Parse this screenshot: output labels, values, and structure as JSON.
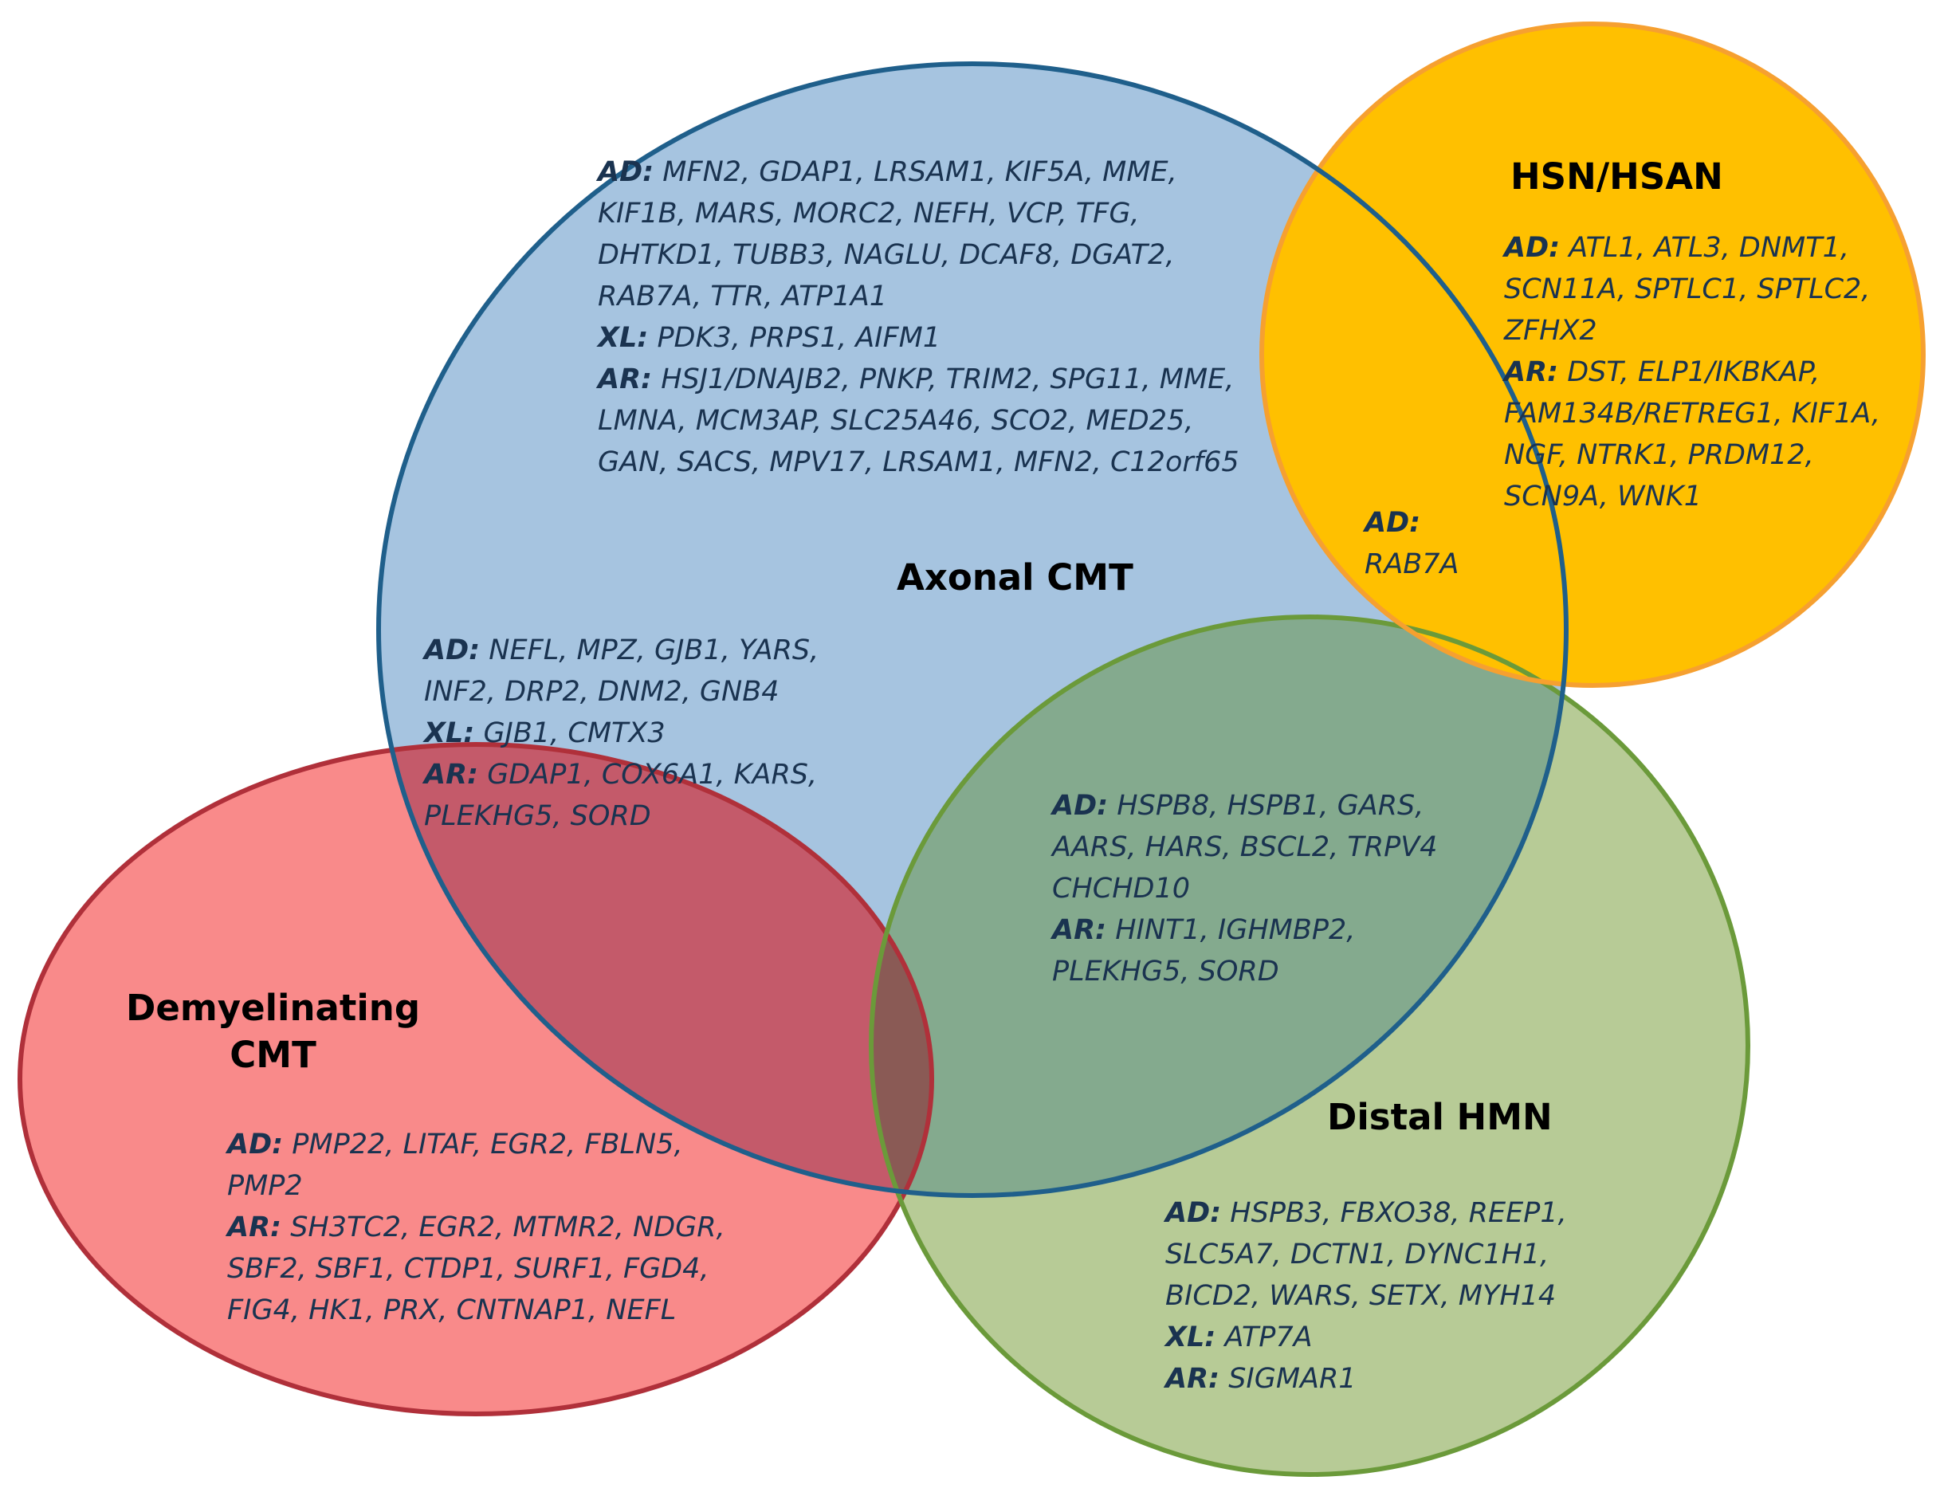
{
  "colors": {
    "axonal_fill": "#a6c4e0",
    "axonal_stroke": "#1f5f8b",
    "demyelinating_fill": "#f98a8a",
    "demyelinating_stroke": "#b0303a",
    "demyelinating_axonal_overlap": "#c45a6a",
    "hsn_fill": "#ffc000",
    "hsn_stroke": "#f6a030",
    "hmn_fill": "#b7cb96",
    "hmn_stroke": "#6b9a3a",
    "axonal_hmn_overlap": "#84aa8e",
    "all_three_overlap": "#8a5a55",
    "text_dark": "#1a3350"
  },
  "titles": {
    "axonal": "Axonal CMT",
    "demyelinating": "Demyelinating\nCMT",
    "hsn": "HSN/HSAN",
    "hmn": "Distal HMN"
  },
  "sets": {
    "axonal": [
      {
        "tag": "AD:",
        "genes": "MFN2, GDAP1, LRSAM1, KIF5A, MME,"
      },
      {
        "tag": "",
        "genes": "KIF1B, MARS, MORC2, NEFH, VCP, TFG,"
      },
      {
        "tag": "",
        "genes": "DHTKD1, TUBB3, NAGLU, DCAF8, DGAT2,"
      },
      {
        "tag": "",
        "genes": "RAB7A, TTR, ATP1A1"
      },
      {
        "tag": "XL:",
        "genes": "PDK3, PRPS1, AIFM1"
      },
      {
        "tag": "AR:",
        "genes": "HSJ1/DNAJB2, PNKP, TRIM2, SPG11, MME,"
      },
      {
        "tag": "",
        "genes": "LMNA, MCM3AP, SLC25A46, SCO2, MED25,"
      },
      {
        "tag": "",
        "genes": "GAN, SACS, MPV17, LRSAM1, MFN2, C12orf65"
      }
    ],
    "hsn": [
      {
        "tag": "AD:",
        "genes": "ATL1, ATL3, DNMT1,"
      },
      {
        "tag": "",
        "genes": "SCN11A, SPTLC1, SPTLC2,"
      },
      {
        "tag": "",
        "genes": "ZFHX2"
      },
      {
        "tag": "AR:",
        "genes": "DST, ELP1/IKBKAP,"
      },
      {
        "tag": "",
        "genes": "FAM134B/RETREG1, KIF1A,"
      },
      {
        "tag": "",
        "genes": "NGF, NTRK1, PRDM12,"
      },
      {
        "tag": "",
        "genes": "SCN9A, WNK1"
      }
    ],
    "axonal_hsn": [
      {
        "tag": "AD:",
        "genes": ""
      },
      {
        "tag": "",
        "genes": "RAB7A"
      }
    ],
    "axonal_demyelinating": [
      {
        "tag": "AD:",
        "genes": "NEFL, MPZ, GJB1, YARS,"
      },
      {
        "tag": "",
        "genes": "INF2, DRP2, DNM2, GNB4"
      },
      {
        "tag": "XL:",
        "genes": "GJB1, CMTX3"
      },
      {
        "tag": "AR:",
        "genes": "GDAP1, COX6A1, KARS,"
      },
      {
        "tag": "",
        "genes": "PLEKHG5, SORD"
      }
    ],
    "axonal_hmn": [
      {
        "tag": "AD:",
        "genes": "HSPB8, HSPB1, GARS,"
      },
      {
        "tag": "",
        "genes": "AARS, HARS, BSCL2, TRPV4"
      },
      {
        "tag": "",
        "genes": "CHCHD10"
      },
      {
        "tag": "AR:",
        "genes": "HINT1, IGHMBP2,"
      },
      {
        "tag": "",
        "genes": "PLEKHG5, SORD"
      }
    ],
    "demyelinating": [
      {
        "tag": "AD:",
        "genes": "PMP22, LITAF, EGR2, FBLN5,"
      },
      {
        "tag": "",
        "genes": "PMP2"
      },
      {
        "tag": "AR:",
        "genes": "SH3TC2, EGR2, MTMR2, NDGR,"
      },
      {
        "tag": "",
        "genes": "SBF2, SBF1, CTDP1, SURF1, FGD4,"
      },
      {
        "tag": "",
        "genes": "FIG4, HK1, PRX, CNTNAP1, NEFL"
      }
    ],
    "hmn": [
      {
        "tag": "AD:",
        "genes": "HSPB3, FBXO38, REEP1,"
      },
      {
        "tag": "",
        "genes": "SLC5A7, DCTN1, DYNC1H1,"
      },
      {
        "tag": "",
        "genes": "BICD2, WARS, SETX, MYH14"
      },
      {
        "tag": "XL:",
        "genes": "ATP7A"
      },
      {
        "tag": "AR:",
        "genes": "SIGMAR1"
      }
    ]
  }
}
